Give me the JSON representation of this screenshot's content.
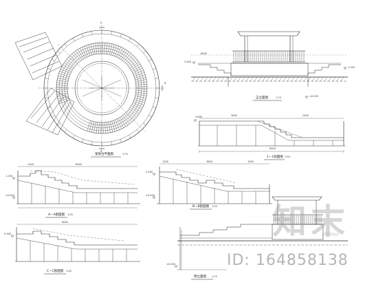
{
  "drawings": {
    "plan_title": "某某台平面图",
    "plan_scale": "1:75",
    "plan_mark_top": "A",
    "plan_mark_bottom": "A",
    "plan_mark_right": "B",
    "elevation_title": "正立面图",
    "elevation_scale": "1:75",
    "section_1_title": "1—1剖面图",
    "section_1_scale": "1:50",
    "section_a_title": "A—A剖面图",
    "section_a_scale": "1:50",
    "section_b_title": "B—B剖面图",
    "section_b_scale": "1:50",
    "section_c_title": "C—C剖面图",
    "section_c_scale": "1:50",
    "side_elevation_title": "侧立面图",
    "side_elevation_scale": "1:75",
    "dims": {
      "d1": "1200",
      "d2": "3600",
      "d3": "6000",
      "d4": "2400",
      "d5": "8000",
      "d6": "1500"
    },
    "levels": {
      "l1": "±0.000",
      "l2": "1.200",
      "l3": "2.400",
      "l4": "3.600",
      "l5": "0.900"
    }
  },
  "watermark": {
    "brand": "知末",
    "brand_sub": "zhimo",
    "id_text": "ID: 164858138"
  }
}
